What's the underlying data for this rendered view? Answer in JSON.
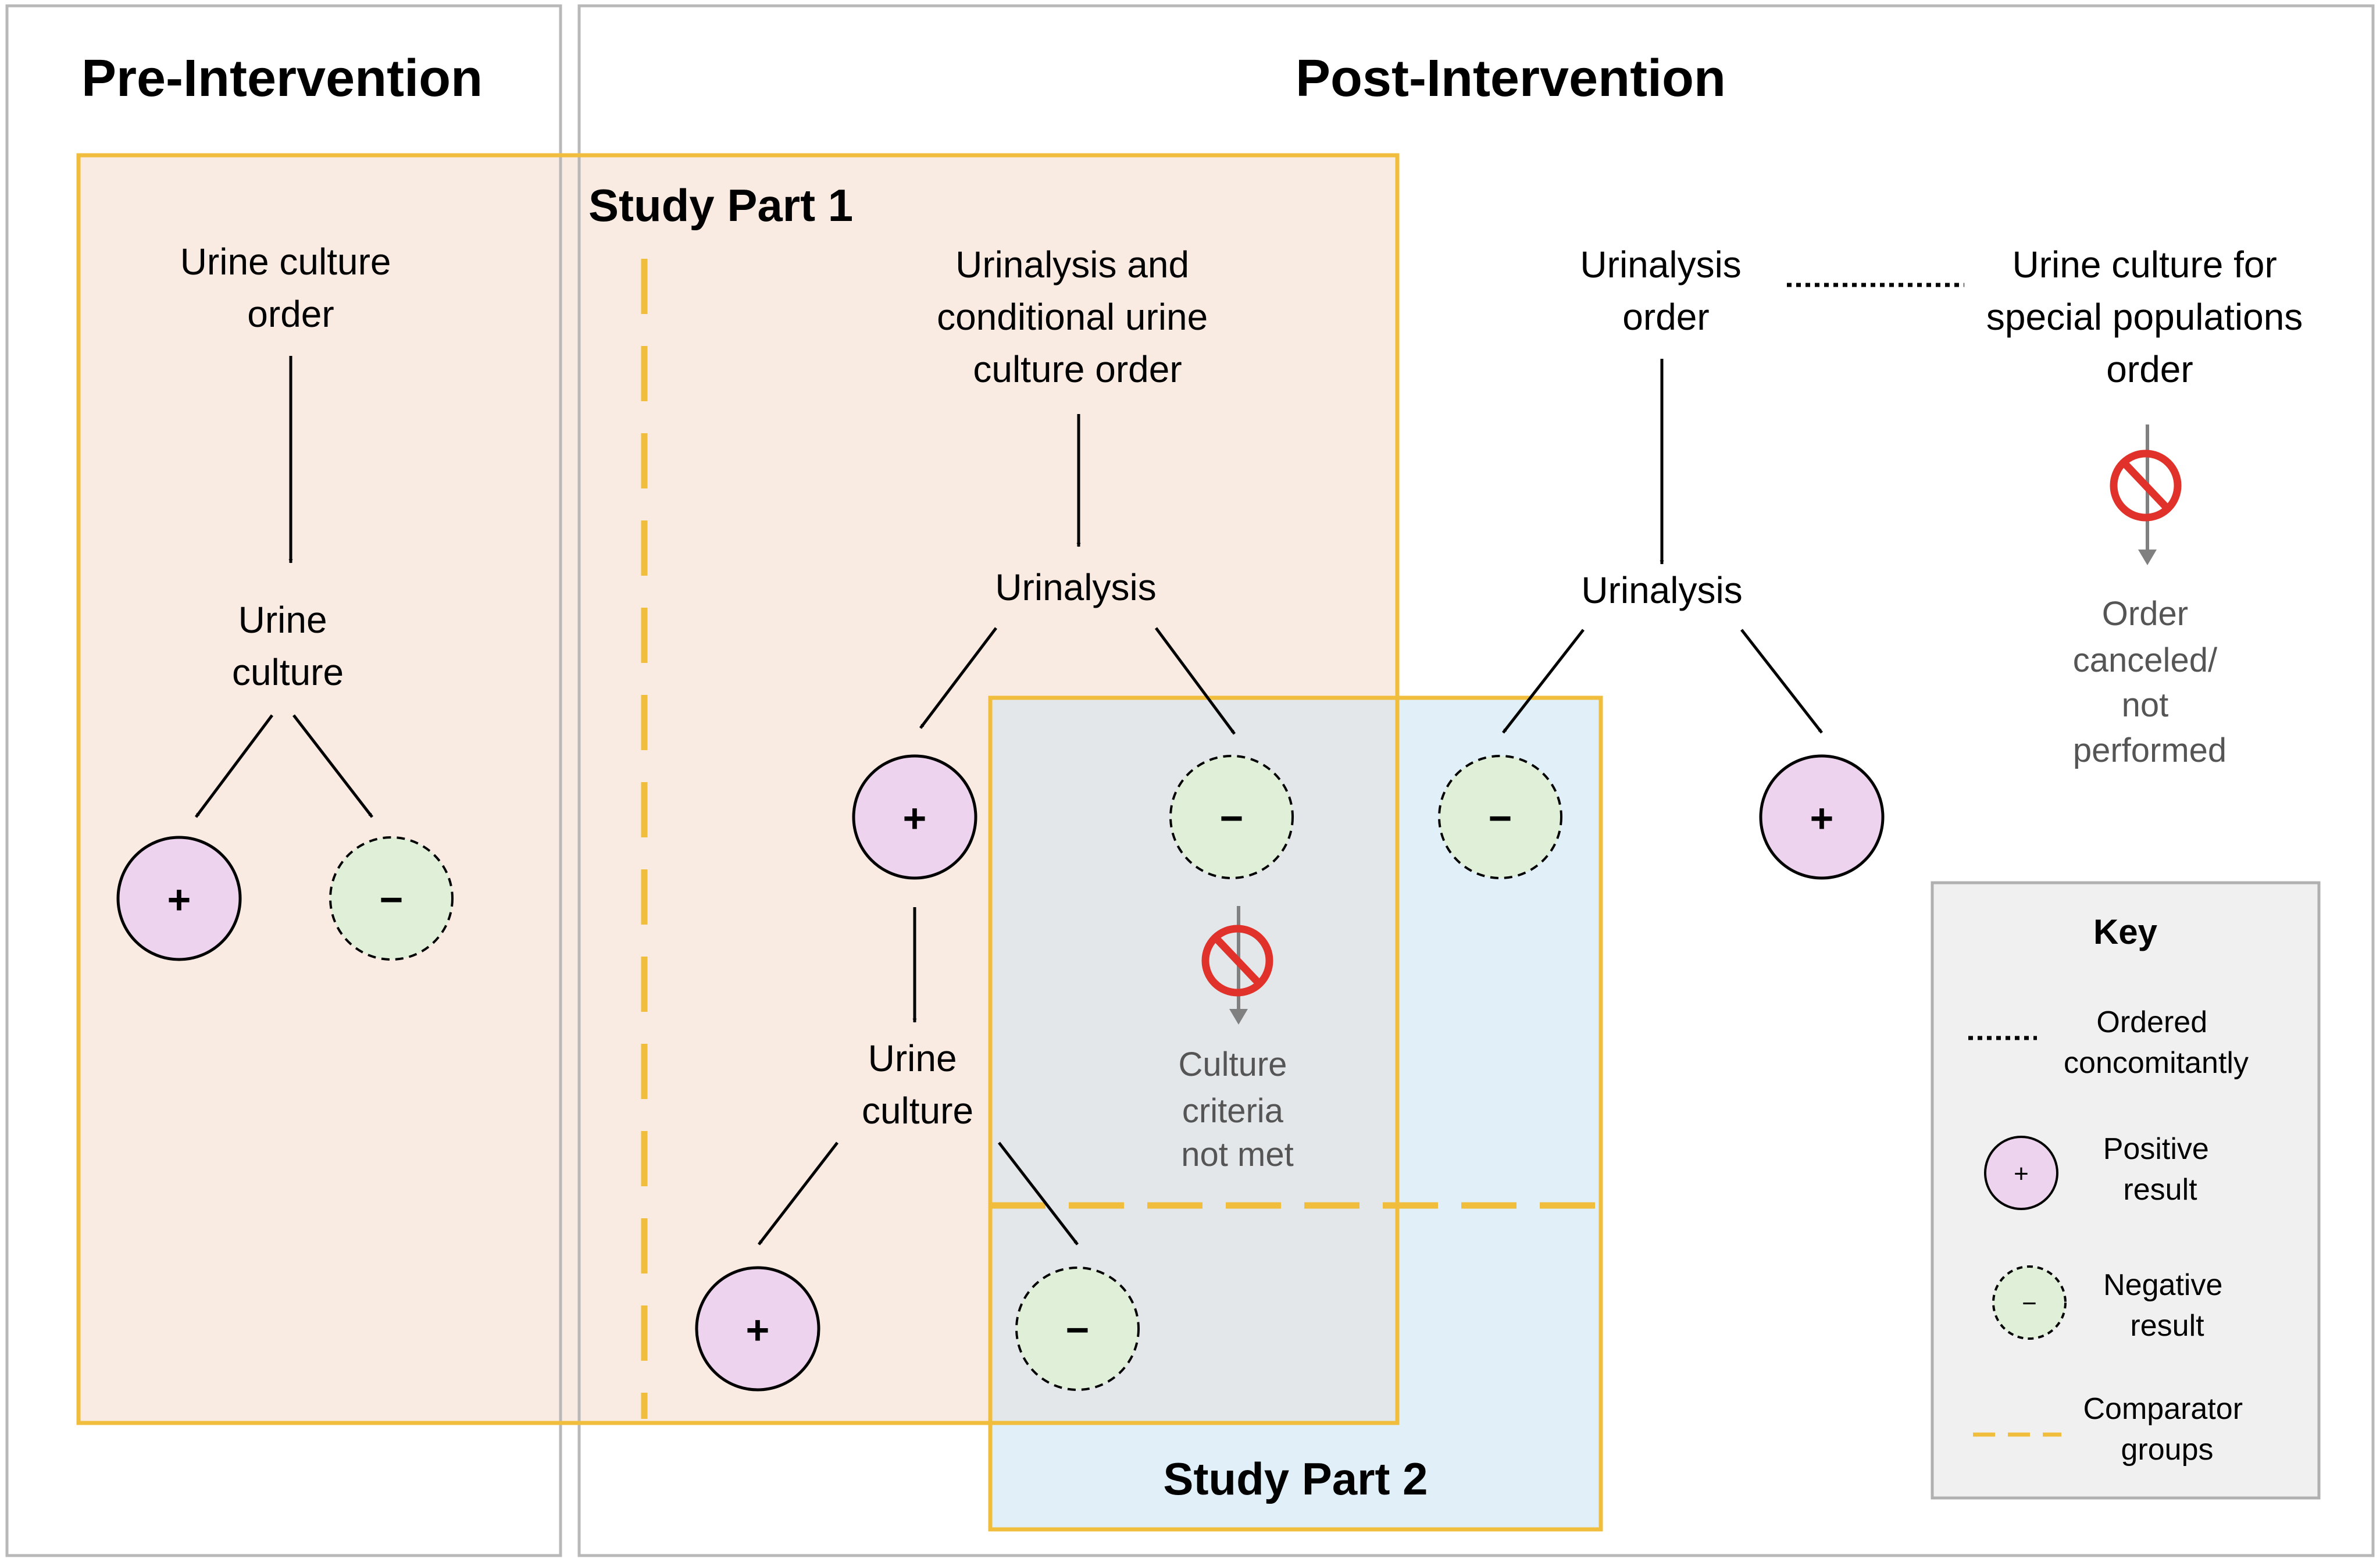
{
  "panels": {
    "pre_title": "Pre-Intervention",
    "post_title": "Post-Intervention"
  },
  "study_parts": {
    "part1": "Study Part 1",
    "part2": "Study Part 2"
  },
  "pre": {
    "order": [
      "Urine culture",
      "order"
    ],
    "culture": [
      "Urine",
      "culture"
    ]
  },
  "post_conditional": {
    "order": [
      "Urinalysis and",
      "conditional urine",
      "culture order"
    ],
    "urinalysis": "Urinalysis",
    "culture": [
      "Urine",
      "culture"
    ],
    "not_met": [
      "Culture",
      "criteria",
      "not met"
    ]
  },
  "post_urinalysis": {
    "order": [
      "Urinalysis",
      "order"
    ],
    "urinalysis": "Urinalysis"
  },
  "post_special": {
    "order": [
      "Urine culture for",
      "special populations",
      "order"
    ],
    "canceled": [
      "Order",
      "canceled/",
      "not",
      "performed"
    ]
  },
  "symbols": {
    "positive": "+",
    "negative": "−"
  },
  "key": {
    "title": "Key",
    "items": [
      {
        "label": [
          "Ordered",
          "concomitantly"
        ]
      },
      {
        "label": [
          "Positive",
          "result"
        ]
      },
      {
        "label": [
          "Negative",
          "result"
        ]
      },
      {
        "label": [
          "Comparator",
          "groups"
        ]
      }
    ]
  },
  "colors": {
    "part1_fill": "#F9EAE2",
    "part2_fill": "#E1F0F8",
    "overlap_fill": "#E3E7EA",
    "gold": "#F0BE3C",
    "positive_fill": "#EED3EE",
    "negative_fill": "#E0F0D8",
    "key_fill": "#F0F0F0",
    "no_symbol": "#E0322A",
    "gray_text": "#555555"
  }
}
